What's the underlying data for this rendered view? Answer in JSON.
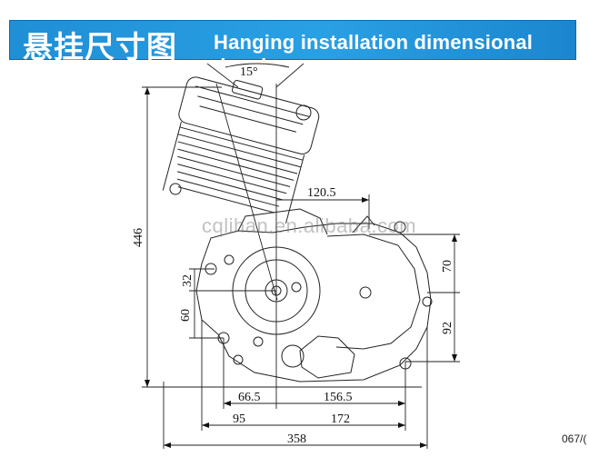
{
  "header": {
    "title_zh": "悬挂尺寸图",
    "title_en": "Hanging installation dimensional drawing"
  },
  "dimensions": {
    "angle": "15°",
    "height": "446",
    "offset_top": "120.5",
    "right_upper": "70",
    "right_lower": "92",
    "left_upper": "32",
    "left_lower": "60",
    "bottom_a": "66.5",
    "bottom_b": "156.5",
    "bottom_c": "95",
    "bottom_d": "172",
    "overall_width": "358"
  },
  "watermark": "cqlihan.en.alibaba.com",
  "corner_code": "067/("
}
